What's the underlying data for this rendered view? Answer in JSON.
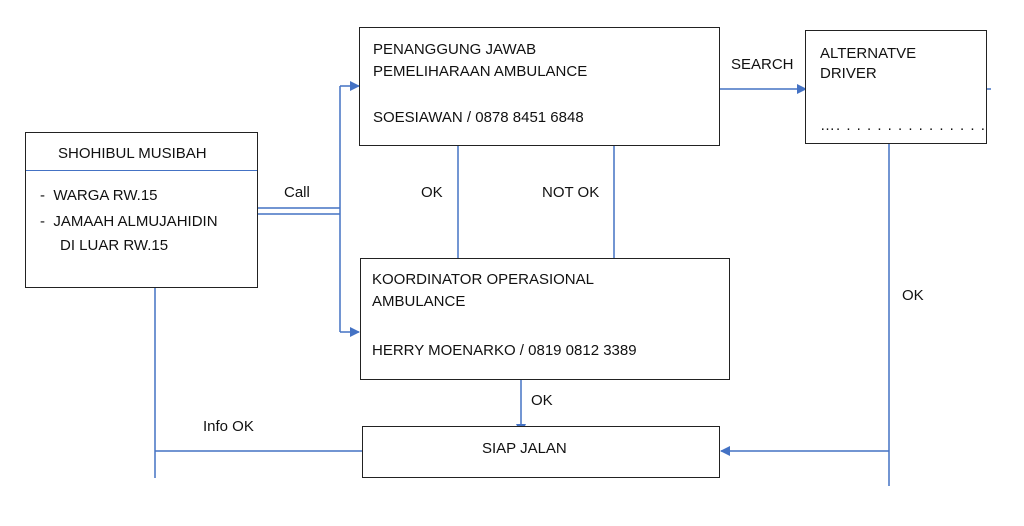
{
  "nodes": {
    "penanggung": {
      "title_line1": "PENANGGUNG JAWAB",
      "title_line2": "PEMELIHARAAN AMBULANCE",
      "contact": "SOESIAWAN / 0878 8451 6848"
    },
    "alternative": {
      "title_line1": "ALTERNATVE",
      "title_line2": "DRIVER",
      "contact": "…. . . . . . . . . . . . . . ."
    },
    "shohibul": {
      "title": "SHOHIBUL MUSIBAH",
      "item1": "-  WARGA RW.15",
      "item2": "-  JAMAAH ALMUJAHIDIN",
      "item2_cont": "DI LUAR RW.15"
    },
    "koordinator": {
      "title_line1": "KOORDINATOR OPERASIONAL",
      "title_line2": "AMBULANCE",
      "contact": "HERRY MOENARKO / 0819 0812 3389"
    },
    "siap": {
      "title": "SIAP JALAN"
    }
  },
  "edges": {
    "call": "Call",
    "search": "SEARCH",
    "ok_down": "OK",
    "not_ok": "NOT OK",
    "ok_right": "OK",
    "ok_bottom": "OK",
    "info_ok": "Info OK"
  },
  "colors": {
    "line": "#4472C4",
    "border": "#222222",
    "text": "#111111"
  }
}
